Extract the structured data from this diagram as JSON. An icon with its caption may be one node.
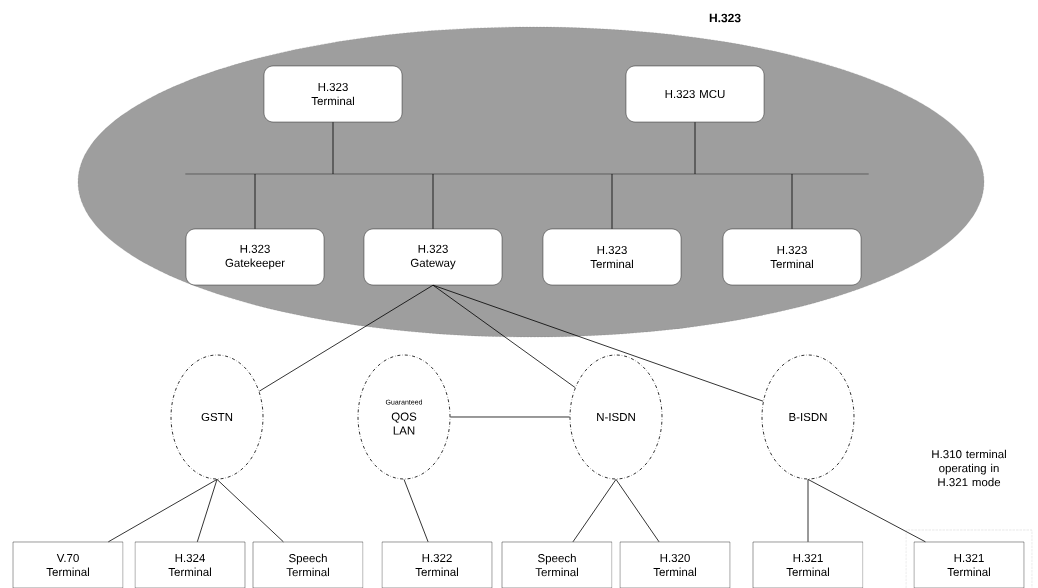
{
  "diagram": {
    "nodes": [
      {
        "text": [
          "H.323"
        ]
      },
      {
        "text": [
          "H.323 Terminal"
        ],
        "in": 0
      },
      {
        "text": [
          "H.323 MCU"
        ],
        "in": 0
      },
      {
        "text": [
          "H.323 Gatekeeper"
        ],
        "in": 0
      },
      {
        "text": [
          "H.323 Gateway"
        ],
        "in": 0
      },
      {
        "text": [
          "H.323 Terminal"
        ],
        "in": 0
      },
      {
        "text": [
          "H.323 Terminal"
        ],
        "in": 0
      },
      {
        "text": [],
        "shape": "bar",
        "in": 0
      },
      {
        "text": [
          "GSTN"
        ]
      },
      {
        "text": [
          "Guaranteed",
          "QOS LAN"
        ]
      },
      {
        "text": [
          "N-ISDN"
        ]
      },
      {
        "text": [
          "B-ISDN"
        ]
      },
      {
        "text": [
          "H.310 terminal operating in H.321 mode"
        ]
      },
      {
        "text": [
          "V.70 Terminal"
        ]
      },
      {
        "text": [
          "H.324 Terminal"
        ]
      },
      {
        "text": [
          "Speech Terminal"
        ]
      },
      {
        "text": [
          "H.322 Terminal"
        ]
      },
      {
        "text": [
          "Speech Terminal"
        ]
      },
      {
        "text": [
          "H.320 Terminal"
        ]
      },
      {
        "text": [
          "H.321 Terminal"
        ]
      },
      {
        "text": [
          "H.321 Terminal"
        ],
        "in": 12
      }
    ],
    "edges": [
      {
        "from": 1,
        "to": 7,
        "arrow": "none"
      },
      {
        "from": 2,
        "to": 7,
        "arrow": "none"
      },
      {
        "from": 7,
        "to": 3,
        "arrow": "none"
      },
      {
        "from": 7,
        "to": 4,
        "arrow": "none"
      },
      {
        "from": 7,
        "to": 5,
        "arrow": "none"
      },
      {
        "from": 7,
        "to": 6,
        "arrow": "none"
      },
      {
        "from": 4,
        "to": 8,
        "arrow": "none"
      },
      {
        "from": 4,
        "to": 10,
        "arrow": "none"
      },
      {
        "from": 4,
        "to": 11,
        "arrow": "none"
      },
      {
        "from": 9,
        "to": 10,
        "arrow": "none"
      },
      {
        "from": 8,
        "to": 13,
        "arrow": "none"
      },
      {
        "from": 8,
        "to": 14,
        "arrow": "none"
      },
      {
        "from": 8,
        "to": 15,
        "arrow": "none"
      },
      {
        "from": 9,
        "to": 16,
        "arrow": "none"
      },
      {
        "from": 10,
        "to": 17,
        "arrow": "none"
      },
      {
        "from": 10,
        "to": 18,
        "arrow": "none"
      },
      {
        "from": 11,
        "to": 19,
        "arrow": "none"
      },
      {
        "from": 11,
        "to": 20,
        "arrow": "none"
      }
    ]
  }
}
